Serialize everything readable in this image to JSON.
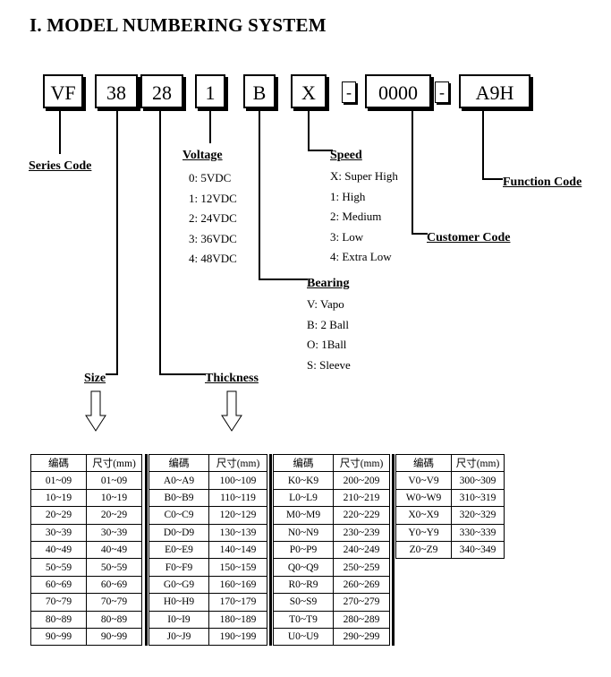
{
  "title": "I.  MODEL NUMBERING SYSTEM",
  "code_parts": [
    "VF",
    "38",
    "28",
    "1",
    "B",
    "X",
    "-",
    "0000",
    "-",
    "A9H"
  ],
  "series_code": {
    "heading": "Series Code"
  },
  "voltage": {
    "heading": "Voltage",
    "options": [
      "0: 5VDC",
      "1: 12VDC",
      "2: 24VDC",
      "3: 36VDC",
      "4: 48VDC"
    ]
  },
  "speed": {
    "heading": "Speed",
    "options": [
      "X: Super High",
      "1: High",
      "2: Medium",
      "3: Low",
      "4: Extra Low"
    ]
  },
  "bearing": {
    "heading": "Bearing",
    "options": [
      "V: Vapo",
      "B: 2 Ball",
      "O: 1Ball",
      "S: Sleeve"
    ]
  },
  "customer_code": {
    "heading": "Customer Code"
  },
  "function_code": {
    "heading": "Function Code"
  },
  "size": {
    "heading": "Size"
  },
  "thickness": {
    "heading": "Thickness"
  },
  "table": {
    "header_code": "编碼",
    "header_size": "尺寸(mm)",
    "groups": [
      {
        "rows": [
          [
            "01~09",
            "01~09"
          ],
          [
            "10~19",
            "10~19"
          ],
          [
            "20~29",
            "20~29"
          ],
          [
            "30~39",
            "30~39"
          ],
          [
            "40~49",
            "40~49"
          ],
          [
            "50~59",
            "50~59"
          ],
          [
            "60~69",
            "60~69"
          ],
          [
            "70~79",
            "70~79"
          ],
          [
            "80~89",
            "80~89"
          ],
          [
            "90~99",
            "90~99"
          ]
        ]
      },
      {
        "rows": [
          [
            "A0~A9",
            "100~109"
          ],
          [
            "B0~B9",
            "110~119"
          ],
          [
            "C0~C9",
            "120~129"
          ],
          [
            "D0~D9",
            "130~139"
          ],
          [
            "E0~E9",
            "140~149"
          ],
          [
            "F0~F9",
            "150~159"
          ],
          [
            "G0~G9",
            "160~169"
          ],
          [
            "H0~H9",
            "170~179"
          ],
          [
            "I0~I9",
            "180~189"
          ],
          [
            "J0~J9",
            "190~199"
          ]
        ]
      },
      {
        "rows": [
          [
            "K0~K9",
            "200~209"
          ],
          [
            "L0~L9",
            "210~219"
          ],
          [
            "M0~M9",
            "220~229"
          ],
          [
            "N0~N9",
            "230~239"
          ],
          [
            "P0~P9",
            "240~249"
          ],
          [
            "Q0~Q9",
            "250~259"
          ],
          [
            "R0~R9",
            "260~269"
          ],
          [
            "S0~S9",
            "270~279"
          ],
          [
            "T0~T9",
            "280~289"
          ],
          [
            "U0~U9",
            "290~299"
          ]
        ]
      },
      {
        "rows": [
          [
            "V0~V9",
            "300~309"
          ],
          [
            "W0~W9",
            "310~319"
          ],
          [
            "X0~X9",
            "320~329"
          ],
          [
            "Y0~Y9",
            "330~339"
          ],
          [
            "Z0~Z9",
            "340~349"
          ]
        ]
      }
    ]
  }
}
